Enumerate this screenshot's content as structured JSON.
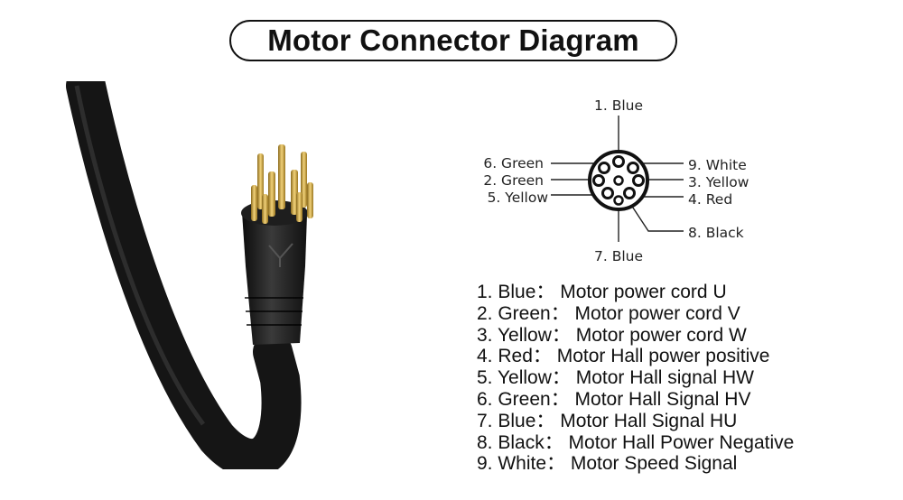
{
  "title": "Motor Connector Diagram",
  "colors": {
    "text": "#111111",
    "cable": "#151515",
    "pin_gold": "#c9a23a",
    "background": "#ffffff"
  },
  "diagram": {
    "pins": [
      {
        "number": 1,
        "label": "1. Blue"
      },
      {
        "number": 6,
        "label": "6. Green"
      },
      {
        "number": 2,
        "label": "2. Green"
      },
      {
        "number": 5,
        "label": "5. Yellow"
      },
      {
        "number": 9,
        "label": "9. White"
      },
      {
        "number": 3,
        "label": "3. Yellow"
      },
      {
        "number": 4,
        "label": "4. Red"
      },
      {
        "number": 8,
        "label": "8. Black"
      },
      {
        "number": 7,
        "label": "7. Blue"
      }
    ]
  },
  "legend": [
    "1. Blue： Motor power cord U",
    "2. Green： Motor power cord V",
    "3. Yellow： Motor power cord W",
    "4. Red： Motor Hall power positive",
    "5. Yellow： Motor Hall signal HW",
    "6. Green： Motor Hall Signal HV",
    "7. Blue： Motor Hall Signal HU",
    "8. Black： Motor Hall Power Negative",
    "9. White： Motor Speed Signal"
  ]
}
